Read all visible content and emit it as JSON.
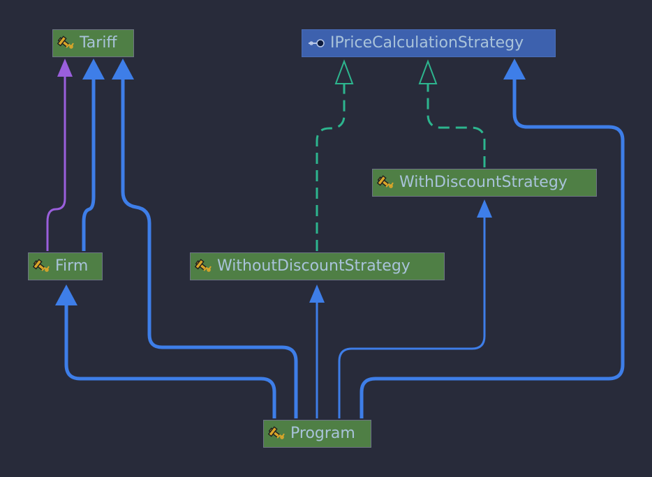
{
  "colors": {
    "background": "#282b3a",
    "class_node": "#4f7f45",
    "interface_node": "#3d61ae",
    "label_text": "#a9c3da",
    "association_edge": "#3e7ee8",
    "inheritance_edge": "#9a5fdc",
    "implementation_edge": "#2db58e"
  },
  "nodes": {
    "tariff": {
      "label": "Tariff",
      "kind": "class",
      "icon": "class-icon"
    },
    "iprice": {
      "label": "IPriceCalculationStrategy",
      "kind": "interface",
      "icon": "interface-icon"
    },
    "with_discount": {
      "label": "WithDiscountStrategy",
      "kind": "class",
      "icon": "class-icon"
    },
    "firm": {
      "label": "Firm",
      "kind": "class",
      "icon": "class-icon"
    },
    "without_discount": {
      "label": "WithoutDiscountStrategy",
      "kind": "class",
      "icon": "class-icon"
    },
    "program": {
      "label": "Program",
      "kind": "class",
      "icon": "class-icon"
    }
  },
  "edges": [
    {
      "from": "firm",
      "to": "tariff",
      "type": "inheritance"
    },
    {
      "from": "firm",
      "to": "tariff",
      "type": "association"
    },
    {
      "from": "program",
      "to": "tariff",
      "type": "association"
    },
    {
      "from": "program",
      "to": "firm",
      "type": "association"
    },
    {
      "from": "program",
      "to": "without_discount",
      "type": "association"
    },
    {
      "from": "program",
      "to": "with_discount",
      "type": "association"
    },
    {
      "from": "program",
      "to": "iprice",
      "type": "association"
    },
    {
      "from": "without_discount",
      "to": "iprice",
      "type": "implementation"
    },
    {
      "from": "with_discount",
      "to": "iprice",
      "type": "implementation"
    }
  ]
}
